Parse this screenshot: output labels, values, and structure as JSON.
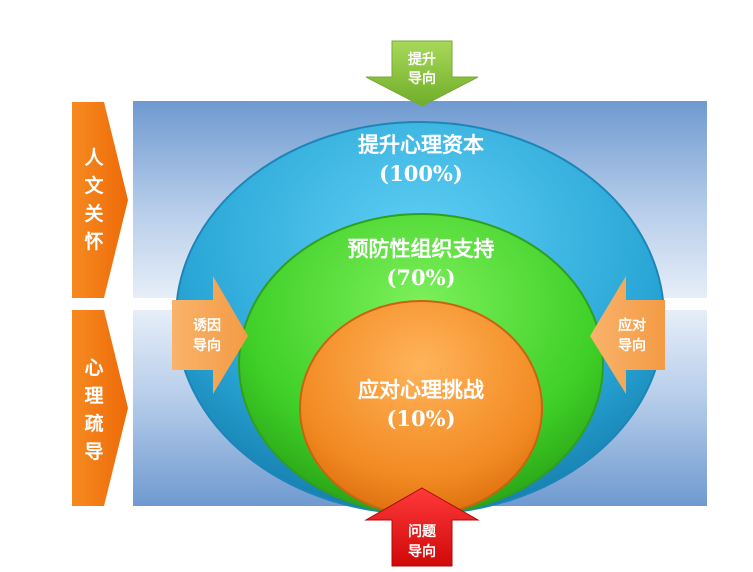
{
  "outer": {
    "title": "提升心理资本",
    "percent": "(100%)"
  },
  "middle": {
    "title": "预防性组织支持",
    "percent": "(70%)"
  },
  "inner": {
    "title": "应对心理挑战",
    "percent": "(10%)"
  },
  "left_labels": {
    "top": [
      "人",
      "文",
      "关",
      "怀"
    ],
    "bottom": [
      "心",
      "理",
      "疏",
      "导"
    ]
  },
  "arrows": {
    "top": [
      "提升",
      "导向"
    ],
    "bottom": [
      "问题",
      "导向"
    ],
    "left": [
      "诱因",
      "导向"
    ],
    "right": [
      "应对",
      "导向"
    ]
  },
  "colors": {
    "outer": "#2aa8d8",
    "middle": "#44d42a",
    "inner": "#f08a24",
    "side_arrow": "#f07a10",
    "top_arrow": "#8bc53f",
    "bottom_arrow": "#e01010",
    "background_band": "#8fb4dc"
  }
}
